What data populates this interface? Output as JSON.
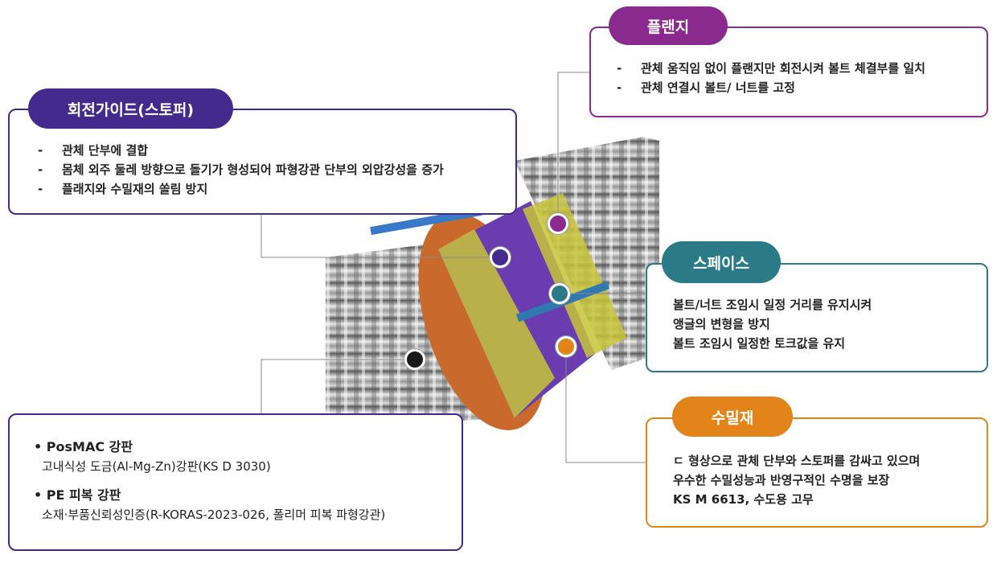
{
  "flange": {
    "title": "플랜지",
    "items": [
      "관체 움직임 없이 플랜지만 회전시켜 볼트 체결부를 일치",
      "관체 연결시 볼트/ 너트를 고정"
    ]
  },
  "rotation_guide": {
    "title": "회전가이드(스토퍼)",
    "items": [
      "관체 단부에 결합",
      "몸체 외주 둘레 방향으로 돌기가 형성되어 파형강관 단부의 외압강성을 증가",
      "플래지와 수밀재의 쏠림 방지"
    ]
  },
  "spacer": {
    "title": "스페이스",
    "items": [
      "볼트/너트 조임시 일정 거리를 유지시켜",
      "앵글의 변형을 방지",
      "볼트 조임시 일정한 토크값을 유지"
    ]
  },
  "seal": {
    "title": "수밀재",
    "items": [
      "ㄷ 형상으로 관체 단부와 스토퍼를 감싸고 있으며",
      "우수한 수밀성능과 반영구적인 수명을 보장",
      "KS M 6613, 수도용 고무"
    ]
  },
  "material": {
    "items": [
      {
        "title": "PosMAC 강판",
        "desc": "고내식성 도금(Al-Mg-Zn)강판(KS D 3030)"
      },
      {
        "title": "PE 피복 강판",
        "desc": "소재·부품신뢰성인증(R-KORAS-2023-026, 폴리머 피복 파형강관)"
      }
    ]
  },
  "colors": {
    "flange": "#8b2a8e",
    "guide": "#432a8c",
    "spacer": "#2a7a88",
    "seal": "#e2841a",
    "material": "#1a1a1a"
  }
}
